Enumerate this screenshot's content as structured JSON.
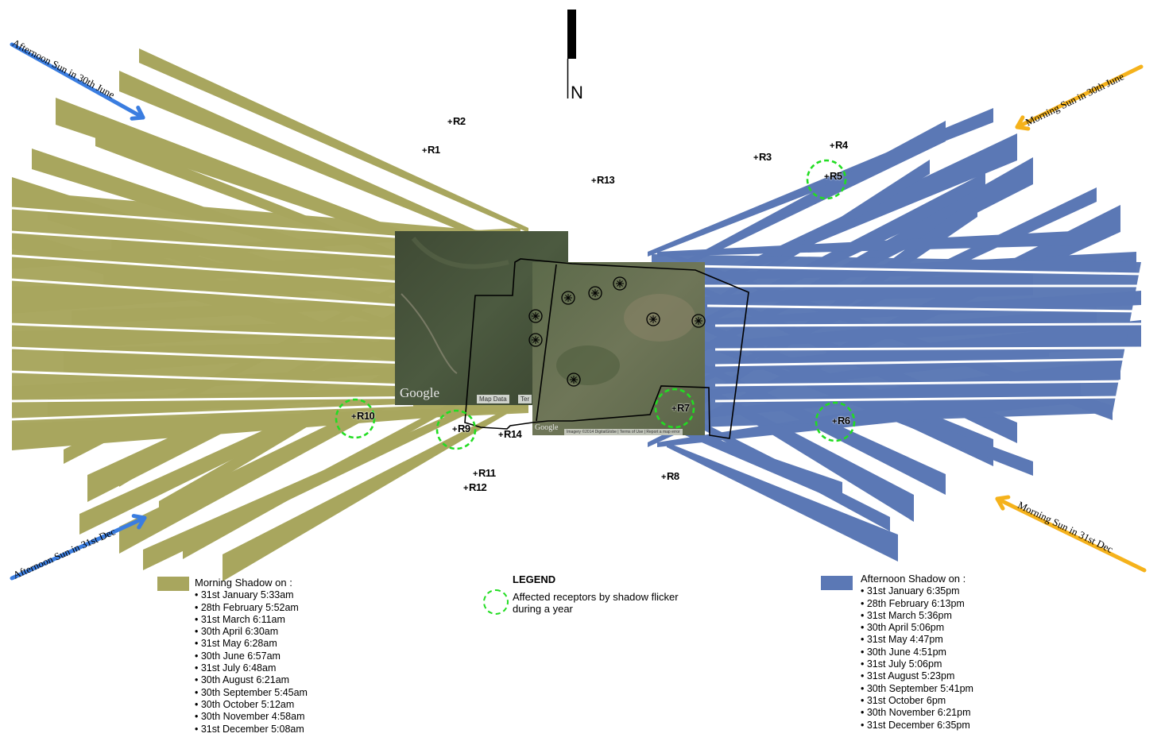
{
  "north": {
    "label": "N"
  },
  "sun_arrows": [
    {
      "id": "afternoon-june",
      "label": "Afternoon Sun in 30th June",
      "color": "#3a7de0"
    },
    {
      "id": "afternoon-dec",
      "label": "Afternoon Sun in 31st Dec",
      "color": "#3a7de0"
    },
    {
      "id": "morning-june",
      "label": "Morning Sun in 30th June",
      "color": "#f5b21b"
    },
    {
      "id": "morning-dec",
      "label": "Morning Sun in 31st Dec",
      "color": "#f5b21b"
    }
  ],
  "receptors": [
    {
      "id": "R1",
      "label": "R1",
      "affected": false
    },
    {
      "id": "R2",
      "label": "R2",
      "affected": false
    },
    {
      "id": "R3",
      "label": "R3",
      "affected": false
    },
    {
      "id": "R4",
      "label": "R4",
      "affected": false
    },
    {
      "id": "R5",
      "label": "R5",
      "affected": true
    },
    {
      "id": "R6",
      "label": "R6",
      "affected": true
    },
    {
      "id": "R7",
      "label": "R7",
      "affected": true
    },
    {
      "id": "R8",
      "label": "R8",
      "affected": false
    },
    {
      "id": "R9",
      "label": "R9",
      "affected": true
    },
    {
      "id": "R10",
      "label": "R10",
      "affected": true
    },
    {
      "id": "R11",
      "label": "R11",
      "affected": false
    },
    {
      "id": "R12",
      "label": "R12",
      "affected": false
    },
    {
      "id": "R13",
      "label": "R13",
      "affected": false
    },
    {
      "id": "R14",
      "label": "R14",
      "affected": false
    }
  ],
  "map": {
    "watermark_left": "Google",
    "tag_left": "Map Data",
    "tag_left2": "Ter",
    "watermark_right": "Google",
    "tag_right": "Imagery ©2014 DigitalGlobe | Terms of Use | Report a map error"
  },
  "legend": {
    "morning": {
      "title": "Morning Shadow on :",
      "color": "#a8a65e",
      "items": [
        "31st January 5:33am",
        "28th February 5:52am",
        "31st March 6:11am",
        "30th April 6:30am",
        "31st May 6:28am",
        "30th June 6:57am",
        "31st July 6:48am",
        "30th August 6:21am",
        "30th September 5:45am",
        "30th October 5:12am",
        "30th November 4:58am",
        "31st December 5:08am"
      ]
    },
    "center": {
      "title": "LEGEND",
      "text": "Affected receptors by shadow flicker during a year",
      "color": "#22dd22"
    },
    "afternoon": {
      "title": "Afternoon Shadow on :",
      "color": "#5b78b5",
      "items": [
        "31st January 6:35pm",
        "28th February 6:13pm",
        "31st March 5:36pm",
        "30th April 5:06pm",
        "31st May 4:47pm",
        "30th June 4:51pm",
        "31st July 5:06pm",
        "31st August 5:23pm",
        "30th September 5:41pm",
        "31st October 6pm",
        "30th November 6:21pm",
        "31st December 6:35pm"
      ]
    }
  }
}
